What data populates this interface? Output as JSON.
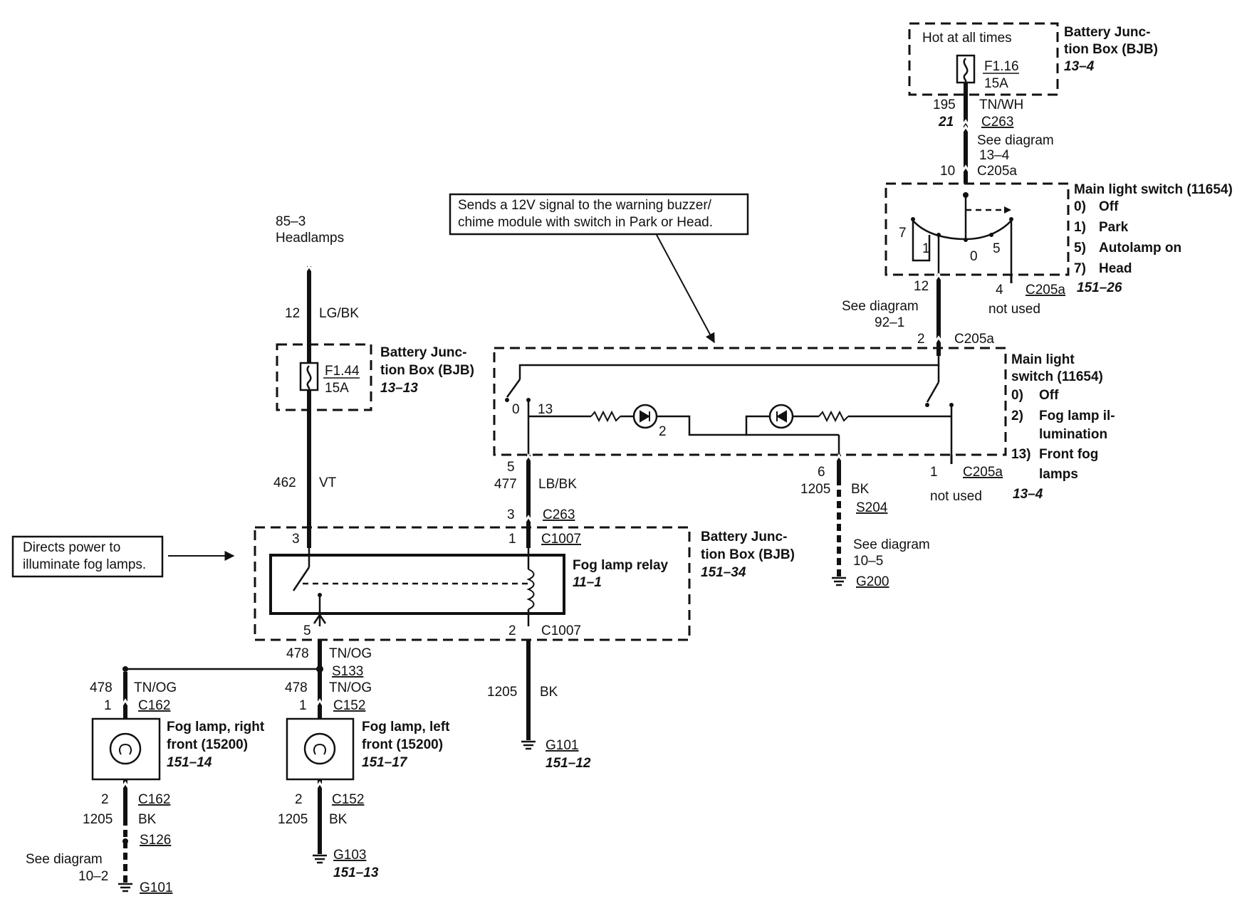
{
  "notes": {
    "buzzer": [
      "Sends a 12V signal to the warning buzzer/",
      "chime module with switch in Park or Head."
    ],
    "power": [
      "Directs power to",
      "illuminate fog lamps."
    ]
  },
  "bjb_top": {
    "hot": "Hot at all times",
    "fuse": "F1.16",
    "amp": "15A",
    "title1": "Battery Junc-",
    "title2": "tion Box (BJB)",
    "ref": "13–4"
  },
  "wire_195": {
    "circuit": "195",
    "color": "TN/WH",
    "pin": "21",
    "connector": "C263",
    "see1": "See diagram",
    "see2": "13–4",
    "pin2": "10",
    "connector2": "C205a"
  },
  "switch_top": {
    "title": "Main light switch (11654)",
    "p0": "0)",
    "off": "Off",
    "p1": "1)",
    "park": "Park",
    "p5": "5)",
    "auto": "Autolamp on",
    "p7": "7)",
    "head": "Head",
    "ref": "151–26",
    "n7": "7",
    "n1": "1",
    "n0": "0",
    "n5": "5",
    "pin12": "12",
    "pin4": "4",
    "conn": "C205a",
    "notused": "not used",
    "see1": "See diagram",
    "see2": "92–1",
    "pin2": "2",
    "conn2": "C205a"
  },
  "switch_fog": {
    "title1": "Main light",
    "title2": "switch (11654)",
    "p0": "0)",
    "off": "Off",
    "p2": "2)",
    "fog1": "Fog lamp il-",
    "fog2": "lumination",
    "p13": "13)",
    "front1": "Front fog",
    "front2": "lamps",
    "ref": "13–4",
    "n0": "0",
    "n13": "13",
    "n2": "2",
    "pin5": "5",
    "pin6": "6",
    "pin1": "1",
    "conn": "C205a",
    "notused": "not used"
  },
  "headlamps": {
    "ref": "85–3",
    "label": "Headlamps",
    "circuit": "12",
    "color": "LG/BK"
  },
  "bjb_mid": {
    "fuse": "F1.44",
    "amp": "15A",
    "title1": "Battery Junc-",
    "title2": "tion Box (BJB)",
    "ref": "13–13"
  },
  "wire_462": {
    "circuit": "462",
    "color": "VT"
  },
  "wire_477": {
    "circuit": "477",
    "color": "LB/BK",
    "pin": "3",
    "connector": "C263"
  },
  "wire_1205_sw": {
    "circuit": "1205",
    "color": "BK",
    "splice": "S204",
    "see1": "See diagram",
    "see2": "10–5",
    "ground": "G200"
  },
  "bjb_relay": {
    "title1": "Battery Junc-",
    "title2": "tion Box (BJB)",
    "ref": "151–34",
    "relay": "Fog lamp relay",
    "relay_ref": "11–1",
    "pin3": "3",
    "pin1": "1",
    "conn1": "C1007",
    "pin5": "5",
    "pin2": "2",
    "conn2": "C1007"
  },
  "wire_478": {
    "circuit": "478",
    "color": "TN/OG",
    "splice": "S133"
  },
  "ground_relay": {
    "circuit": "1205",
    "color": "BK",
    "ground": "G101",
    "ref": "151–12"
  },
  "fog_right": {
    "circuit": "478",
    "color": "TN/OG",
    "pin": "1",
    "connector": "C162",
    "name1": "Fog lamp, right",
    "name2": "front (15200)",
    "ref": "151–14",
    "pin2": "2",
    "conn2": "C162",
    "circuit2": "1205",
    "color2": "BK",
    "splice": "S126",
    "see1": "See diagram",
    "see2": "10–2",
    "ground": "G101"
  },
  "fog_left": {
    "circuit": "478",
    "color": "TN/OG",
    "pin": "1",
    "connector": "C152",
    "name1": "Fog lamp, left",
    "name2": "front (15200)",
    "ref": "151–17",
    "pin2": "2",
    "conn2": "C152",
    "circuit2": "1205",
    "color2": "BK",
    "ground": "G103",
    "ref2": "151–13"
  }
}
